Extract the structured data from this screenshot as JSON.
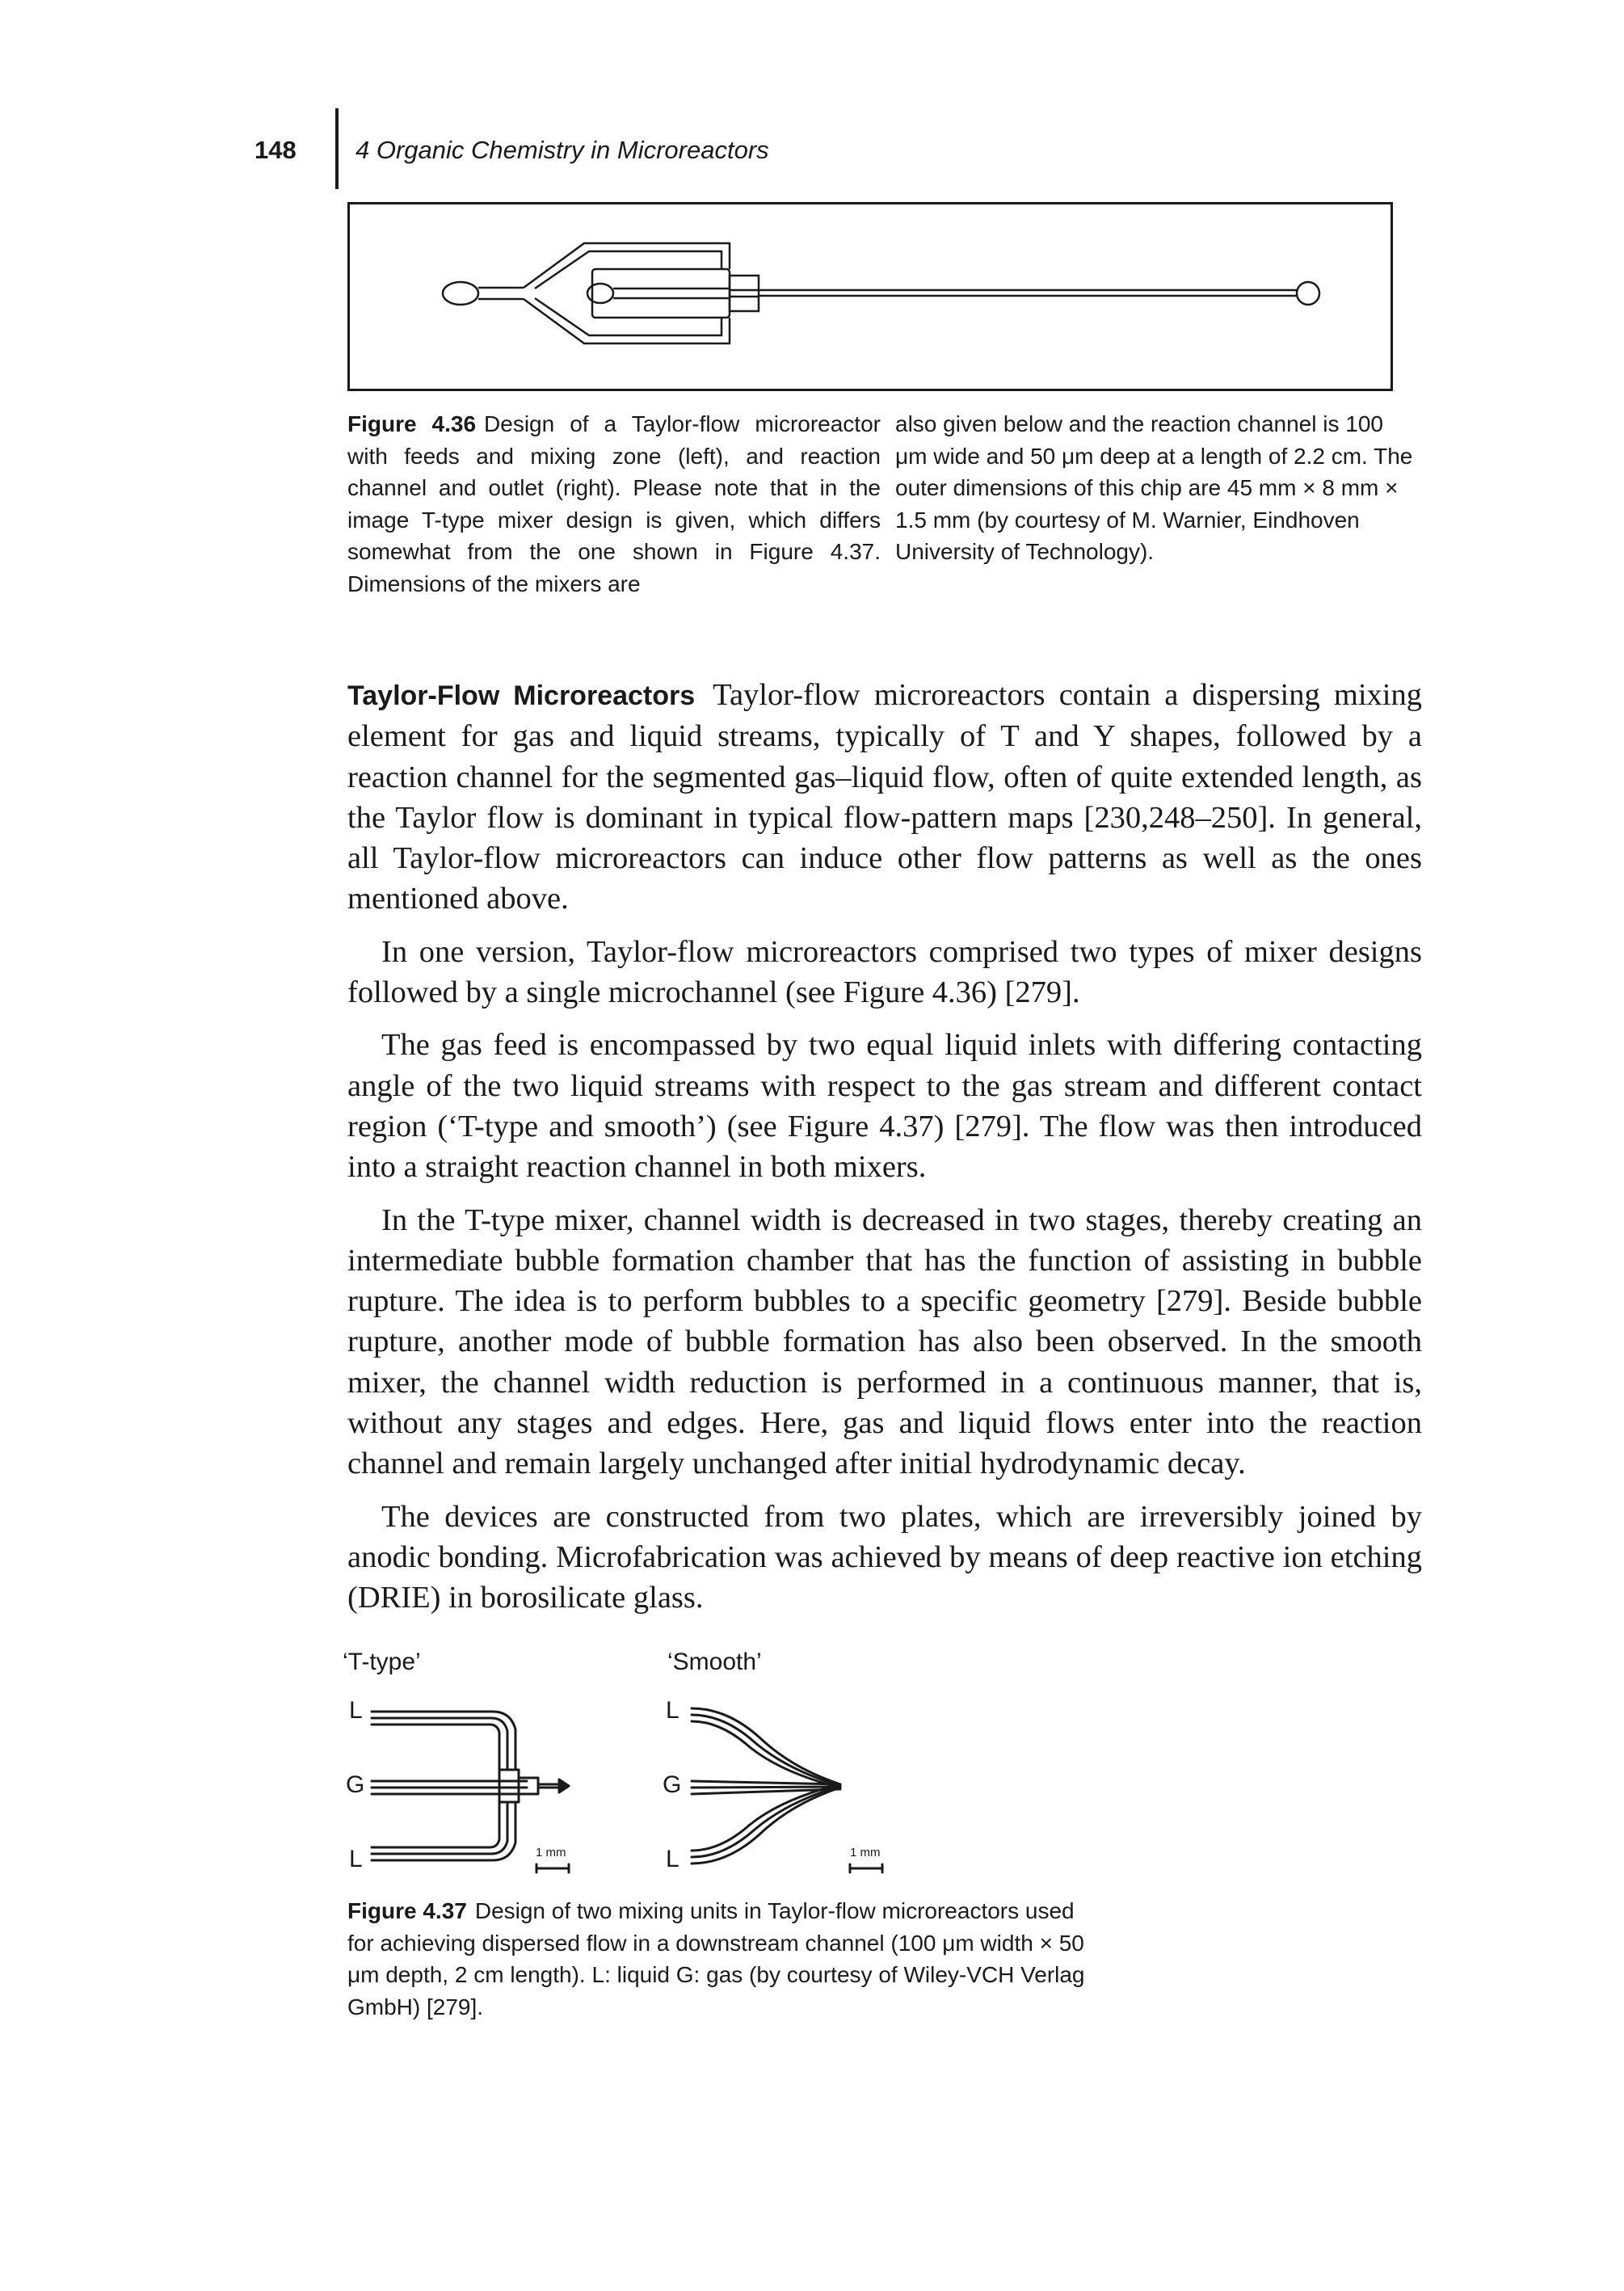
{
  "header": {
    "page_number": "148",
    "running_title": "4 Organic Chemistry in Microreactors"
  },
  "figure_436": {
    "label": "Figure 4.36",
    "caption_left": "Design of a Taylor-flow microreactor with feeds and mixing zone (left), and reaction channel and outlet (right). Please note that in the image T-type mixer design is given, which differs somewhat from the one shown in Figure 4.37. Dimensions of the mixers are",
    "caption_right": "also given below and the reaction channel is 100 μm wide and 50 μm deep at a length of 2.2 cm. The outer dimensions of this chip are 45 mm × 8 mm × 1.5 mm (by courtesy of M. Warnier, Eindhoven University of Technology)."
  },
  "body": {
    "section_heading": "Taylor-Flow Microreactors",
    "p1": "Taylor-flow microreactors contain a dispersing mixing element for gas and liquid streams, typically of T and Y shapes, followed by a reaction channel for the segmented gas–liquid flow, often of quite extended length, as the Taylor flow is dominant in typical flow-pattern maps [230,248–250]. In general, all Taylor-flow microreactors can induce other flow patterns as well as the ones mentioned above.",
    "p2": "In one version, Taylor-flow microreactors comprised two types of mixer designs followed by a single microchannel (see Figure 4.36) [279].",
    "p3": "The gas feed is encompassed by two equal liquid inlets with differing contacting angle of the two liquid streams with respect to the gas stream and different contact region (‘T-type and smooth’) (see Figure 4.37) [279]. The flow was then introduced into a straight reaction channel in both mixers.",
    "p4": "In the T-type mixer, channel width is decreased in two stages, thereby creating an intermediate bubble formation chamber that has the function of assisting in bubble rupture. The idea is to perform bubbles to a specific geometry [279]. Beside bubble rupture, another mode of bubble formation has also been observed. In the smooth mixer, the channel width reduction is performed in a continuous manner, that is, without any stages and edges. Here, gas and liquid flows enter into the reaction channel and remain largely unchanged after initial hydrodynamic decay.",
    "p5": "The devices are constructed from two plates, which are irreversibly joined by anodic bonding. Microfabrication was achieved by means of deep reactive ion etching (DRIE) in borosilicate glass."
  },
  "figure_437": {
    "label": "Figure 4.37",
    "left_title": "‘T-type’",
    "right_title": "‘Smooth’",
    "label_liquid": "L",
    "label_gas": "G",
    "scale_bar": "1 mm",
    "caption": "Design of two mixing units in Taylor-flow microreactors used for achieving dispersed flow in a downstream channel (100 μm width × 50 μm depth, 2 cm length). L: liquid G: gas (by courtesy of Wiley-VCH Verlag GmbH) [279]."
  }
}
